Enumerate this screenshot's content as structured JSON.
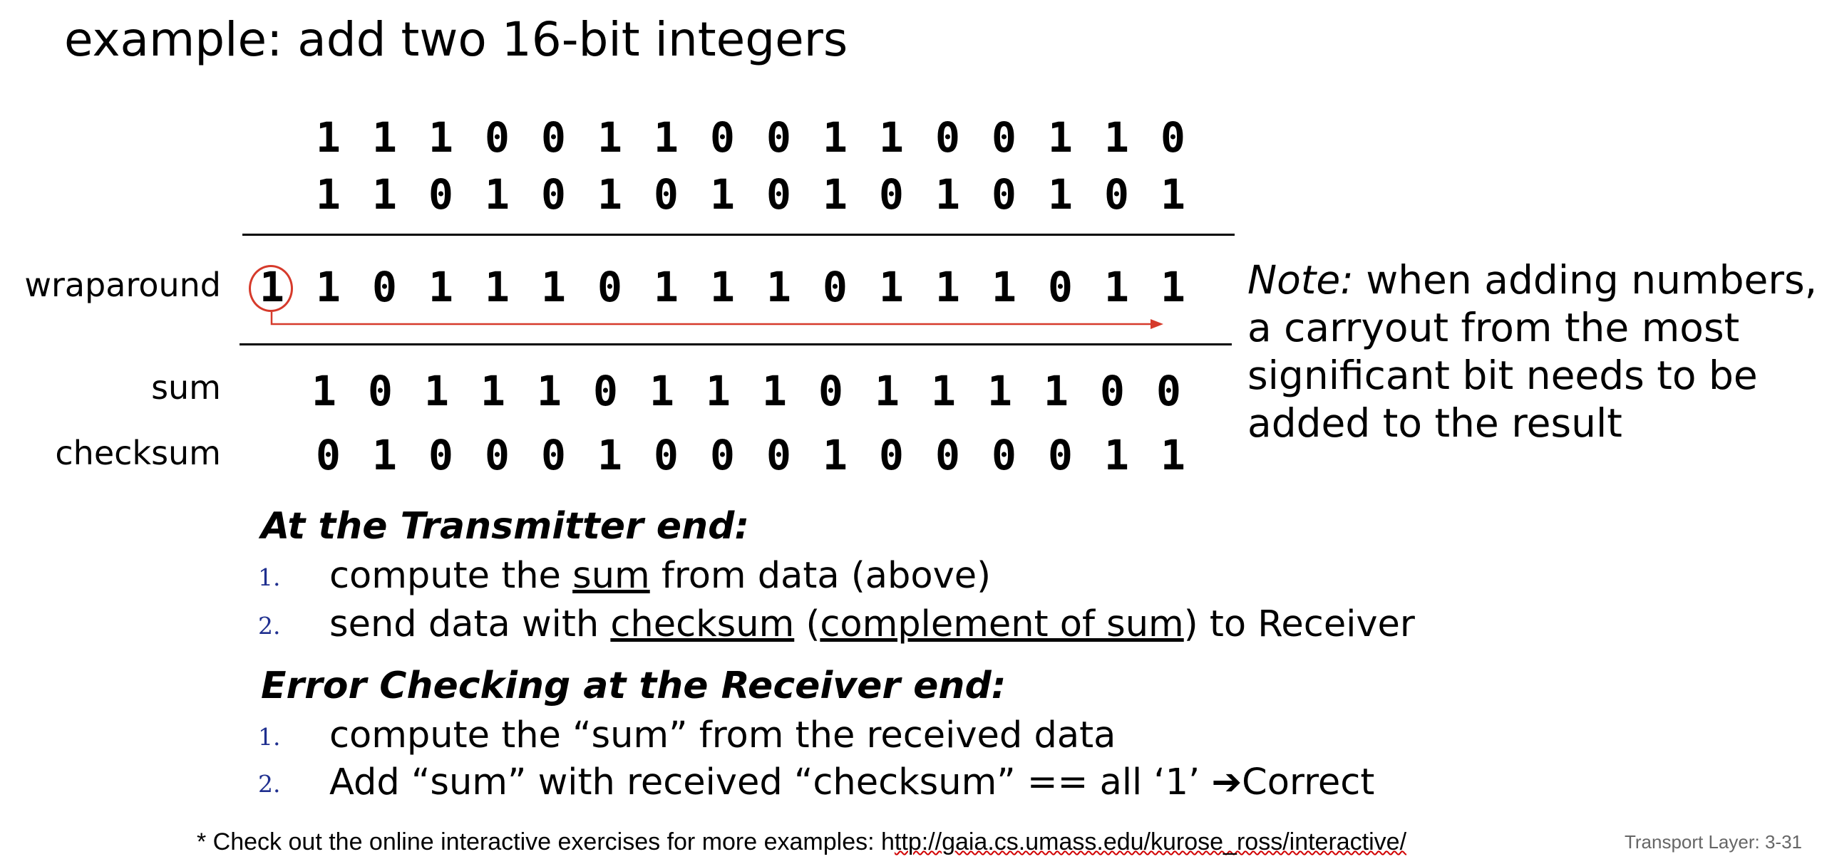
{
  "title": "example: add two 16-bit integers",
  "rows": {
    "a": [
      "1",
      "1",
      "1",
      "0",
      "0",
      "1",
      "1",
      "0",
      "0",
      "1",
      "1",
      "0",
      "0",
      "1",
      "1",
      "0"
    ],
    "b": [
      "1",
      "1",
      "0",
      "1",
      "0",
      "1",
      "0",
      "1",
      "0",
      "1",
      "0",
      "1",
      "0",
      "1",
      "0",
      "1"
    ],
    "wraparound": [
      "1",
      "1",
      "0",
      "1",
      "1",
      "1",
      "0",
      "1",
      "1",
      "1",
      "0",
      "1",
      "1",
      "1",
      "0",
      "1",
      "1"
    ],
    "sum": [
      "1",
      "0",
      "1",
      "1",
      "1",
      "0",
      "1",
      "1",
      "1",
      "0",
      "1",
      "1",
      "1",
      "1",
      "0",
      "0"
    ],
    "checksum": [
      "0",
      "1",
      "0",
      "0",
      "0",
      "1",
      "0",
      "0",
      "0",
      "1",
      "0",
      "0",
      "0",
      "0",
      "1",
      "1"
    ]
  },
  "labels": {
    "wraparound": "wraparound",
    "sum": "sum",
    "checksum": "checksum"
  },
  "note": {
    "lead": "Note:",
    "text": " when adding numbers, a carryout from the most significant bit needs to be added to the result"
  },
  "transmitter": {
    "heading": "At the Transmitter end:",
    "items": [
      {
        "num": "1.",
        "parts": [
          "compute the ",
          "sum",
          " from data (above)"
        ]
      },
      {
        "num": "2.",
        "parts": [
          "send data with ",
          "checksum",
          " (",
          "complement of sum",
          ") to Receiver"
        ]
      }
    ]
  },
  "receiver": {
    "heading": "Error Checking at the Receiver end:",
    "items": [
      {
        "num": "1.",
        "text": "compute the “sum” from the received data"
      },
      {
        "num": "2.",
        "text": "Add “sum” with received “checksum” == all ‘1’ ➔Correct"
      }
    ]
  },
  "footer": {
    "text": "* Check out the online interactive exercises for more examples: h",
    "link": "ttp://gaia.cs.umass.edu/kurose_ross/interactive/"
  },
  "page_number": "Transport Layer: 3-31",
  "colors": {
    "wraparound_circle": "#d63a2b",
    "wraparound_arrow": "#d63a2b",
    "list_number": "#1f2f8f"
  }
}
